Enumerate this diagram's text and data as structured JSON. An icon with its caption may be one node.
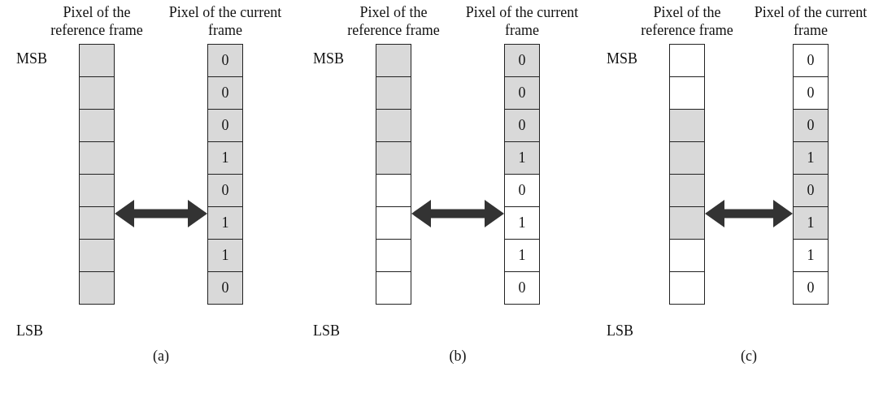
{
  "diagram": {
    "nodes": [
      {
        "text": [
          "Pixel of the reference frame"
        ]
      },
      {
        "text": [
          "Pixel of the current frame",
          "0",
          "0",
          "0",
          "1",
          "0",
          "1",
          "1",
          "0"
        ]
      },
      {
        "text": [
          "Pixel of the reference frame"
        ]
      },
      {
        "text": [
          "Pixel of the current frame",
          "0",
          "0",
          "0",
          "1",
          "0",
          "1",
          "1",
          "0"
        ]
      },
      {
        "text": [
          "Pixel of the reference frame"
        ]
      },
      {
        "text": [
          "Pixel of the current frame",
          "0",
          "0",
          "0",
          "1",
          "0",
          "1",
          "1",
          "0"
        ]
      }
    ],
    "edges": [
      {
        "from": 0,
        "to": 1,
        "arrow": "both"
      },
      {
        "from": 2,
        "to": 3,
        "arrow": "both"
      },
      {
        "from": 4,
        "to": 5,
        "arrow": "both"
      }
    ],
    "labels": [
      "MSB",
      "LSB",
      "(a)",
      "MSB",
      "LSB",
      "(b)",
      "MSB",
      "LSB",
      "(c)"
    ]
  }
}
